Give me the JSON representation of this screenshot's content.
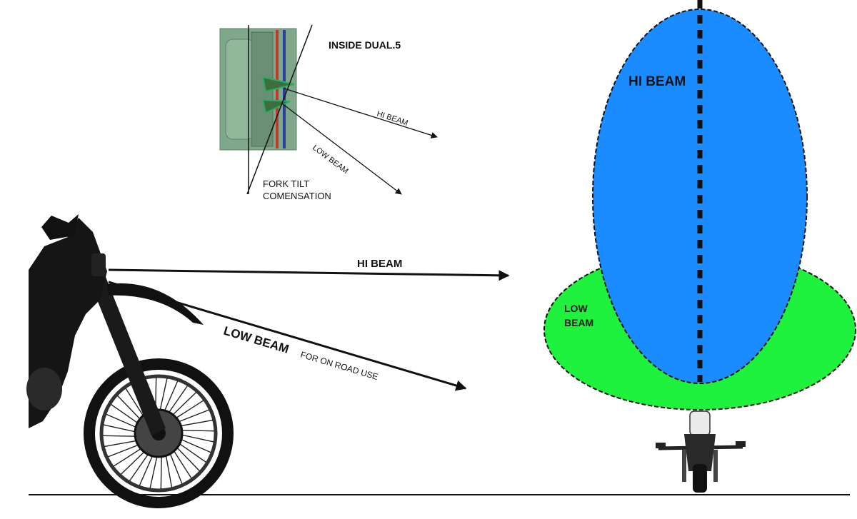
{
  "inset": {
    "title": "INSIDE DUAL.5",
    "hi_beam_label": "HI BEAM",
    "low_beam_label": "LOW BEAM",
    "fork_tilt_line1": "FORK TILT",
    "fork_tilt_line2": "COMENSATION"
  },
  "side_view": {
    "hi_beam_label": "HI BEAM",
    "low_beam_label": "LOW BEAM",
    "low_beam_note": "FOR ON ROAD USE"
  },
  "beam_pattern": {
    "hi_beam_label": "HI BEAM",
    "low_beam_line1": "LOW",
    "low_beam_line2": "BEAM"
  },
  "colors": {
    "hi_beam_fill": "#1a8cff",
    "low_beam_fill": "#1ff23c",
    "housing_fill": "#7fa88a",
    "outline": "#111111"
  },
  "icons": {
    "side_bike": "motorcycle-side-icon",
    "front_bike": "motorcycle-front-icon"
  }
}
